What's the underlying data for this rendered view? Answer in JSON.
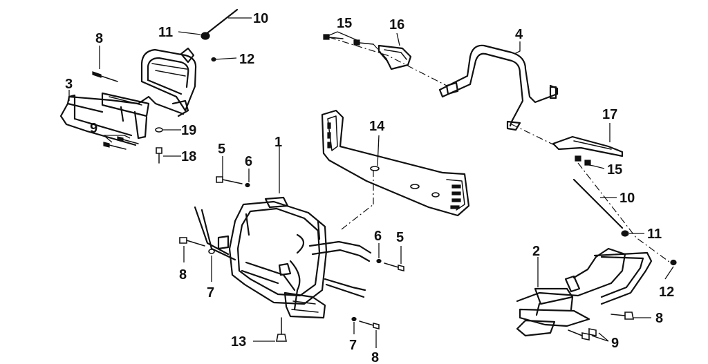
{
  "diagram": {
    "callouts": [
      {
        "id": "c1",
        "label": "1"
      },
      {
        "id": "c2",
        "label": "2"
      },
      {
        "id": "c3",
        "label": "3"
      },
      {
        "id": "c4",
        "label": "4"
      },
      {
        "id": "c5a",
        "label": "5"
      },
      {
        "id": "c5b",
        "label": "5"
      },
      {
        "id": "c6a",
        "label": "6"
      },
      {
        "id": "c6b",
        "label": "6"
      },
      {
        "id": "c7a",
        "label": "7"
      },
      {
        "id": "c7b",
        "label": "7"
      },
      {
        "id": "c8a",
        "label": "8"
      },
      {
        "id": "c8b",
        "label": "8"
      },
      {
        "id": "c8c",
        "label": "8"
      },
      {
        "id": "c8d",
        "label": "8"
      },
      {
        "id": "c9a",
        "label": "9"
      },
      {
        "id": "c9b",
        "label": "9"
      },
      {
        "id": "c10a",
        "label": "10"
      },
      {
        "id": "c10b",
        "label": "10"
      },
      {
        "id": "c11a",
        "label": "11"
      },
      {
        "id": "c11b",
        "label": "11"
      },
      {
        "id": "c12a",
        "label": "12"
      },
      {
        "id": "c12b",
        "label": "12"
      },
      {
        "id": "c13",
        "label": "13"
      },
      {
        "id": "c14",
        "label": "14"
      },
      {
        "id": "c15a",
        "label": "15"
      },
      {
        "id": "c15b",
        "label": "15"
      },
      {
        "id": "c16",
        "label": "16"
      },
      {
        "id": "c17",
        "label": "17"
      },
      {
        "id": "c18",
        "label": "18"
      },
      {
        "id": "c19",
        "label": "19"
      }
    ]
  }
}
